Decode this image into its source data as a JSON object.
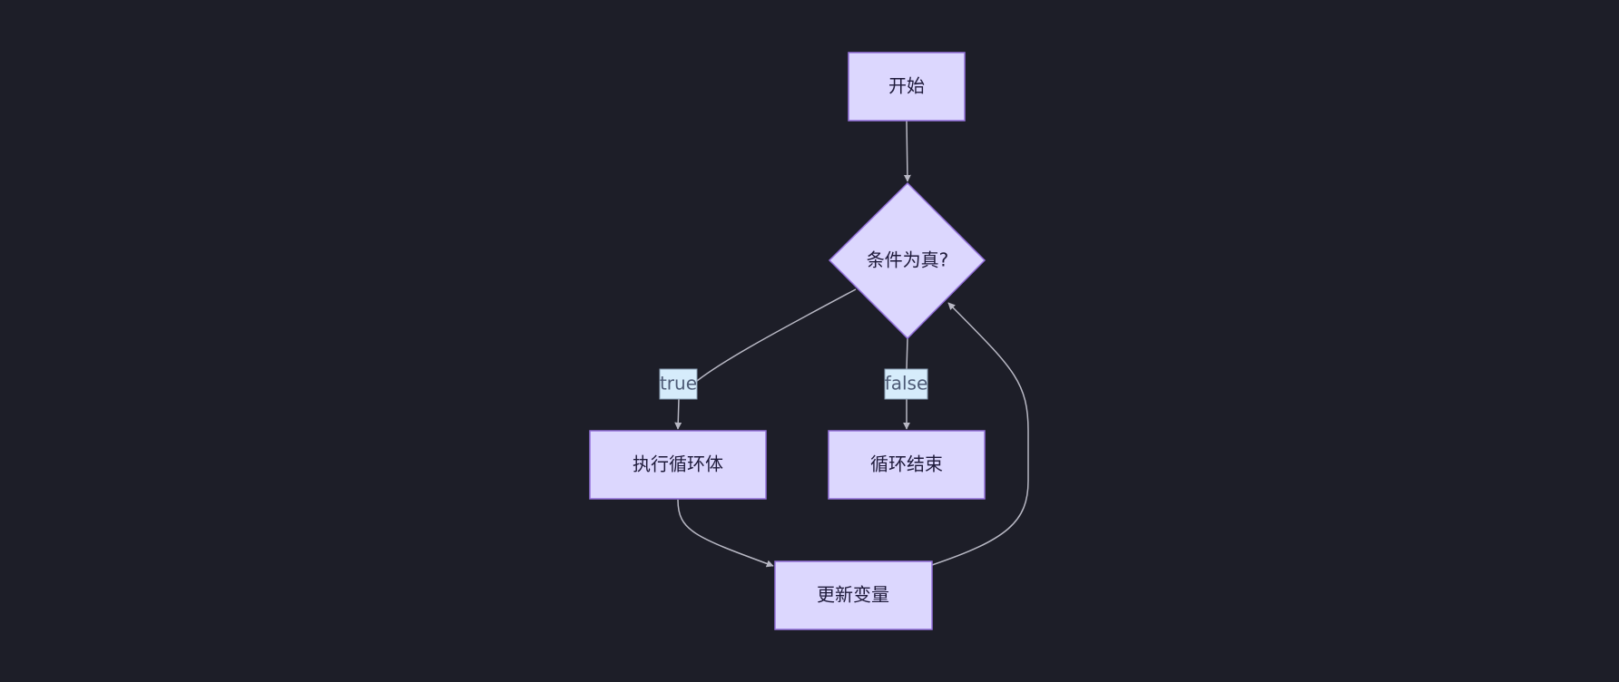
{
  "diagram": {
    "type": "flowchart",
    "direction": "top-down",
    "colors": {
      "background": "#1d1e28",
      "node_fill": "#dcd7fe",
      "node_stroke": "#9370db",
      "edge": "#b8b8c4",
      "edge_label_fill": "#d6ecfb",
      "text": "#1e1a3a"
    },
    "nodes": {
      "start": {
        "label": "开始",
        "shape": "rect"
      },
      "condition": {
        "label": "条件为真?",
        "shape": "diamond"
      },
      "body": {
        "label": "执行循环体",
        "shape": "rect"
      },
      "end": {
        "label": "循环结束",
        "shape": "rect"
      },
      "update": {
        "label": "更新变量",
        "shape": "rect"
      }
    },
    "edges": {
      "start_to_condition": {
        "from": "start",
        "to": "condition",
        "label": ""
      },
      "condition_to_body": {
        "from": "condition",
        "to": "body",
        "label": "true"
      },
      "condition_to_end": {
        "from": "condition",
        "to": "end",
        "label": "false"
      },
      "body_to_update": {
        "from": "body",
        "to": "update",
        "label": ""
      },
      "update_to_condition": {
        "from": "update",
        "to": "condition",
        "label": ""
      }
    }
  }
}
